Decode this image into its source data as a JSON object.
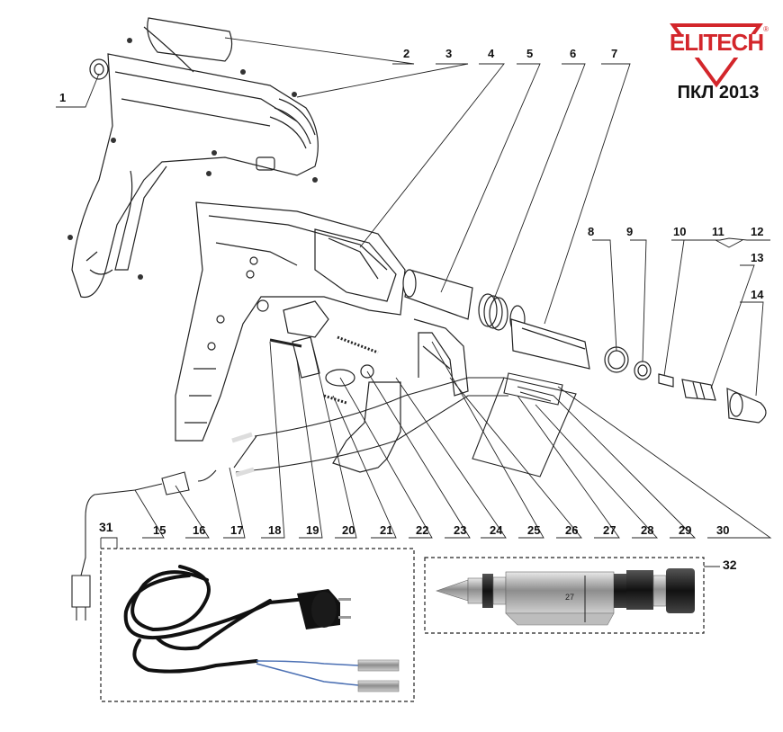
{
  "brand": {
    "name": "ELITECH",
    "registered_mark": "®",
    "color": "#d3262b"
  },
  "model": "ПКЛ 2013",
  "parts_bottom": [
    "15",
    "16",
    "17",
    "18",
    "19",
    "20",
    "21",
    "22",
    "23",
    "24",
    "25",
    "26",
    "27",
    "28",
    "29",
    "30"
  ],
  "parts_top": [
    "1",
    "2",
    "3",
    "4",
    "5",
    "6",
    "7"
  ],
  "parts_right": [
    "8",
    "9",
    "10",
    "11",
    "12",
    "13",
    "14"
  ],
  "boxes": {
    "cord": "31",
    "heater": "32",
    "heater_dim": "27"
  }
}
